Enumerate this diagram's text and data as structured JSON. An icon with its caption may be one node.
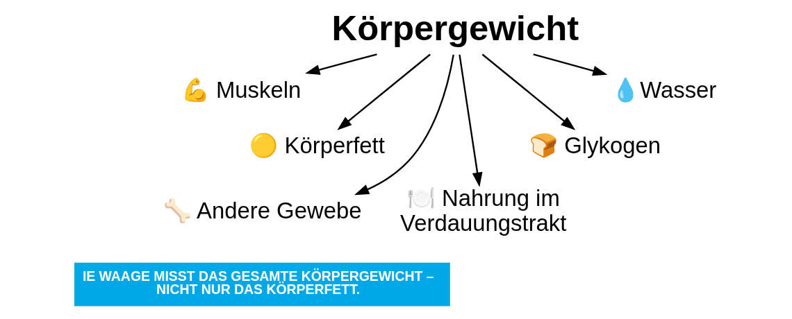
{
  "diagram": {
    "nodes": [
      {
        "text": [
          "Körpergewicht"
        ]
      },
      {
        "text": [
          "💪 Muskeln"
        ]
      },
      {
        "text": [
          "💧Wasser"
        ]
      },
      {
        "text": [
          "🟡 Körperfett"
        ]
      },
      {
        "text": [
          "🍞 Glykogen"
        ]
      },
      {
        "text": [
          "🦴 Andere Gewebe"
        ]
      },
      {
        "text": [
          "🍽️ Nahrung im Verdauungstrakt"
        ]
      }
    ],
    "edges": [
      {
        "from": 0,
        "to": 1,
        "arrow": "to"
      },
      {
        "from": 0,
        "to": 3,
        "arrow": "to"
      },
      {
        "from": 0,
        "to": 5,
        "arrow": "to"
      },
      {
        "from": 0,
        "to": 6,
        "arrow": "to"
      },
      {
        "from": 0,
        "to": 4,
        "arrow": "to"
      },
      {
        "from": 0,
        "to": 2,
        "arrow": "to"
      }
    ],
    "labels": [
      "IE WAAGE MISST DAS GESAMTE KÖRPERGEWICHT – NICHT NUR DAS KÖRPERFETT."
    ]
  }
}
